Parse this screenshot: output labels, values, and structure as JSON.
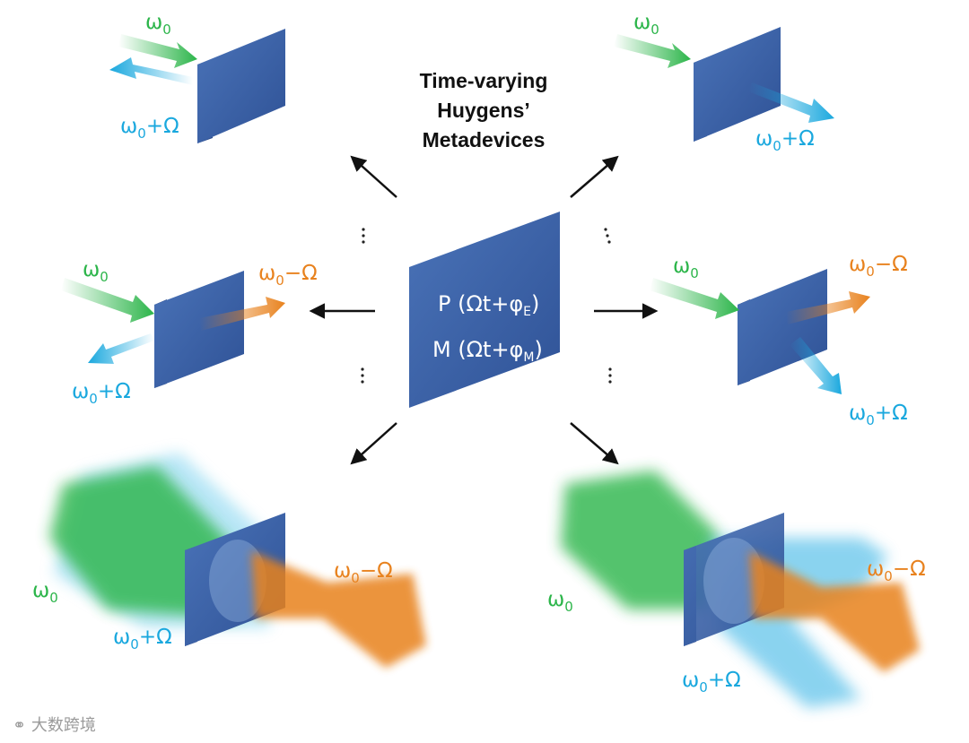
{
  "title": [
    "Time-varying",
    "Huygens’",
    "Metadevices"
  ],
  "center": {
    "line1": "P (Ωt+φ",
    "line1_sub": "E",
    "line2": "M (Ωt+φ",
    "line2_sub": "M",
    "close": ")"
  },
  "labels": {
    "omega": "ω",
    "zero": "0",
    "plus": "+Ω",
    "minus": "−Ω"
  },
  "watermark": "大数跨境",
  "colors": {
    "green": "#2cb54a",
    "cyan": "#1aa8de",
    "orange": "#e8821e",
    "panel": "#3d63a8"
  }
}
